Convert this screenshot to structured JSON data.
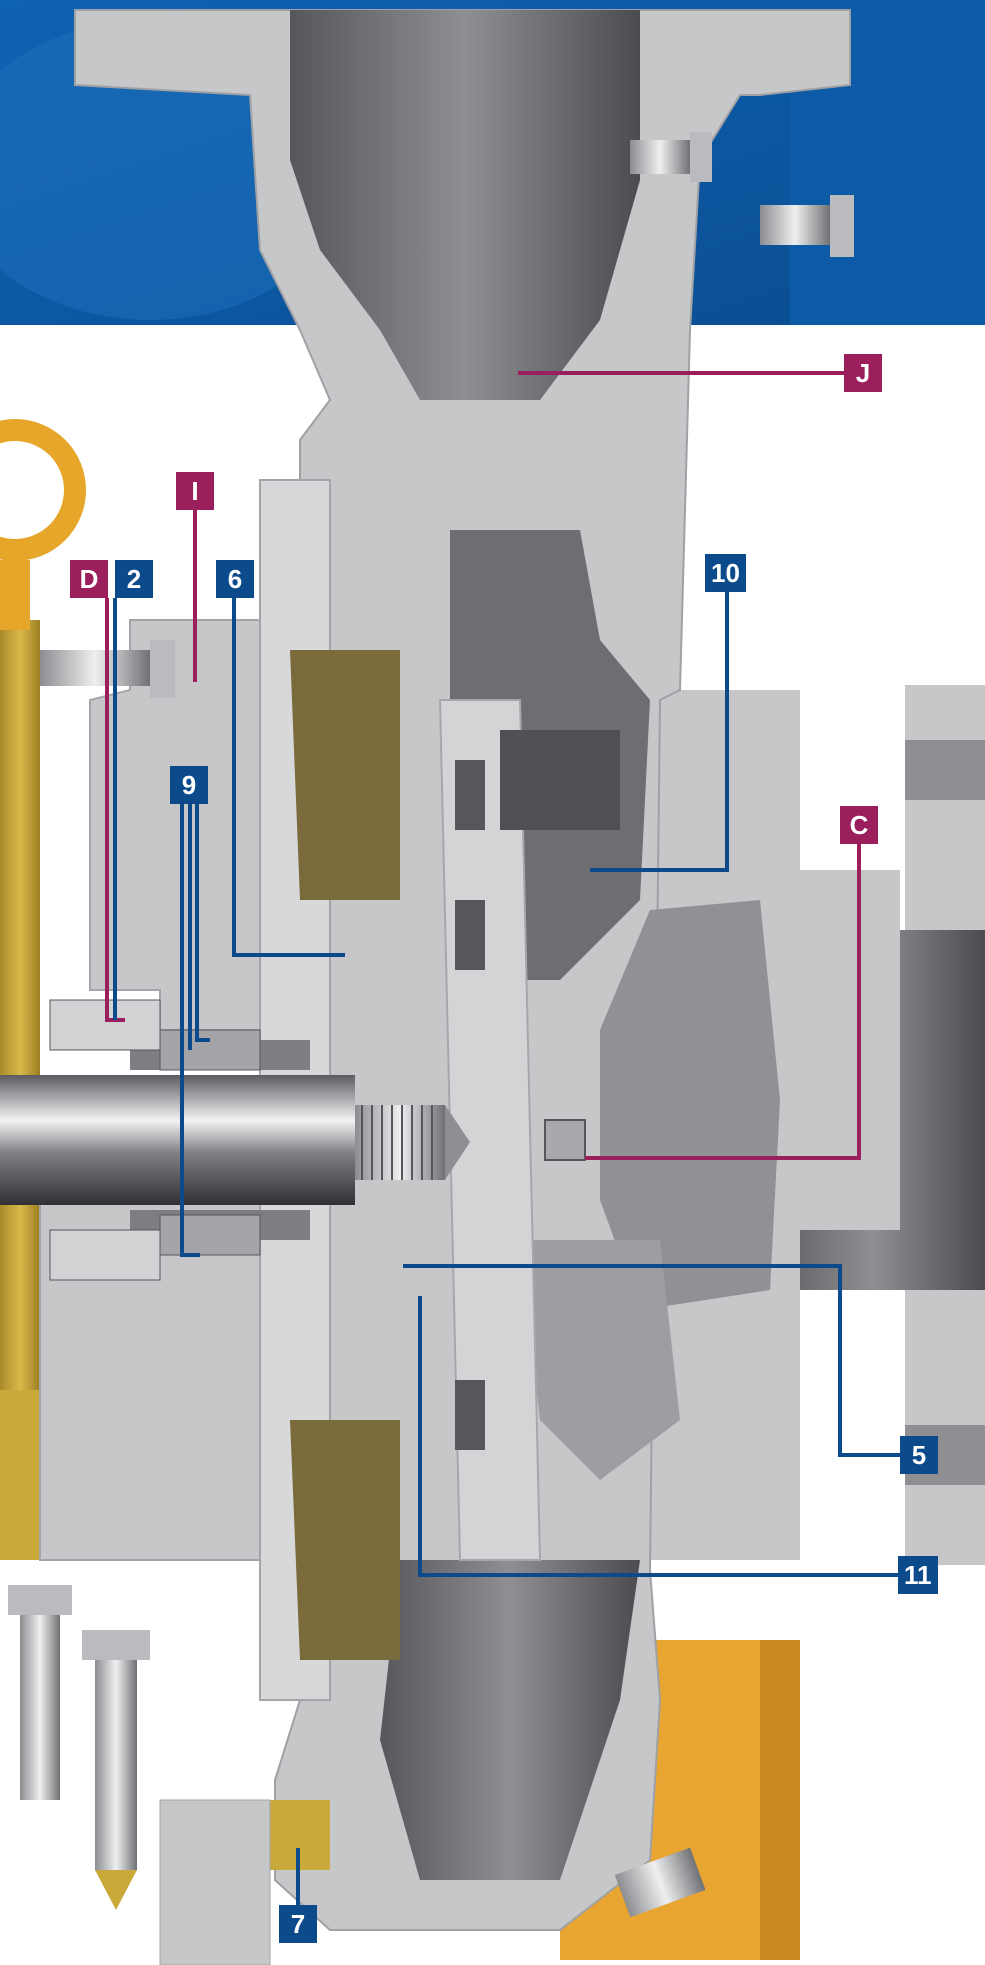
{
  "colors": {
    "blue_band": "#0d5aa6",
    "casing_grey": "#c6c7c9",
    "casing_dark": "#7d7f82",
    "impeller_grey": "#8f9194",
    "bracket_yellow": "#c9a93a",
    "base_orange": "#e8a531",
    "leader_blue": "#0b4a8b",
    "leader_magenta": "#9b1f5c"
  },
  "callouts": {
    "J": "J",
    "I": "I",
    "D": "D",
    "2": "2",
    "6": "6",
    "10": "10",
    "9": "9",
    "C": "C",
    "5": "5",
    "11": "11",
    "7": "7"
  },
  "icons": {
    "lifting_eye": "lifting-eye-icon",
    "bolt": "hex-bolt-icon"
  }
}
